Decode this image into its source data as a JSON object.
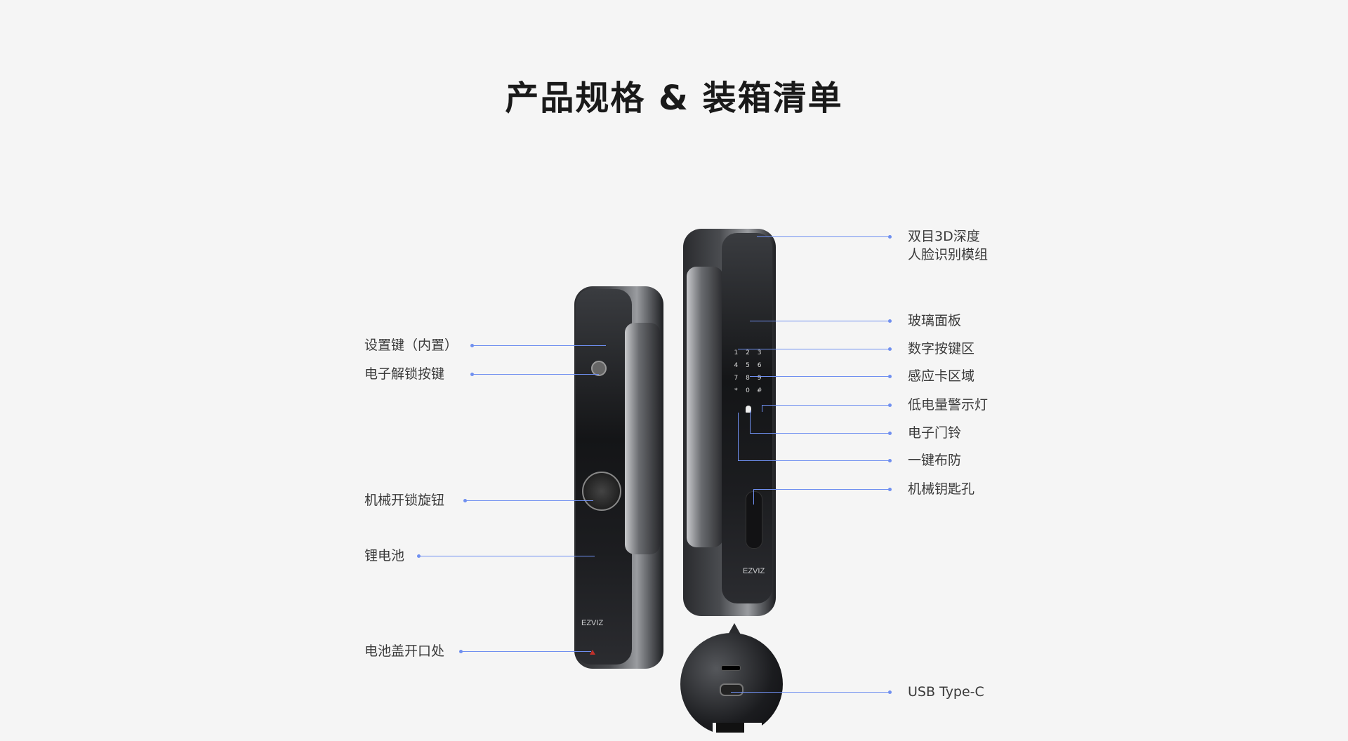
{
  "title": "产品规格 & 装箱清单",
  "left_labels": [
    "设置键（内置）",
    "电子解锁按键",
    "机械开锁旋钮",
    "锂电池",
    "电池盖开口处"
  ],
  "right_labels": [
    "双目3D深度",
    "人脸识别模组",
    "玻璃面板",
    "数字按键区",
    "感应卡区域",
    "低电量警示灯",
    "电子门铃",
    "一键布防",
    "机械钥匙孔",
    "USB Type-C"
  ],
  "keypad": [
    "1",
    "2",
    "3",
    "4",
    "5",
    "6",
    "7",
    "8",
    "9",
    "*",
    "0",
    "#"
  ],
  "brand": "EZVIZ",
  "colors": {
    "background": "#f5f5f5",
    "leader_line": "#6f8ff0"
  }
}
